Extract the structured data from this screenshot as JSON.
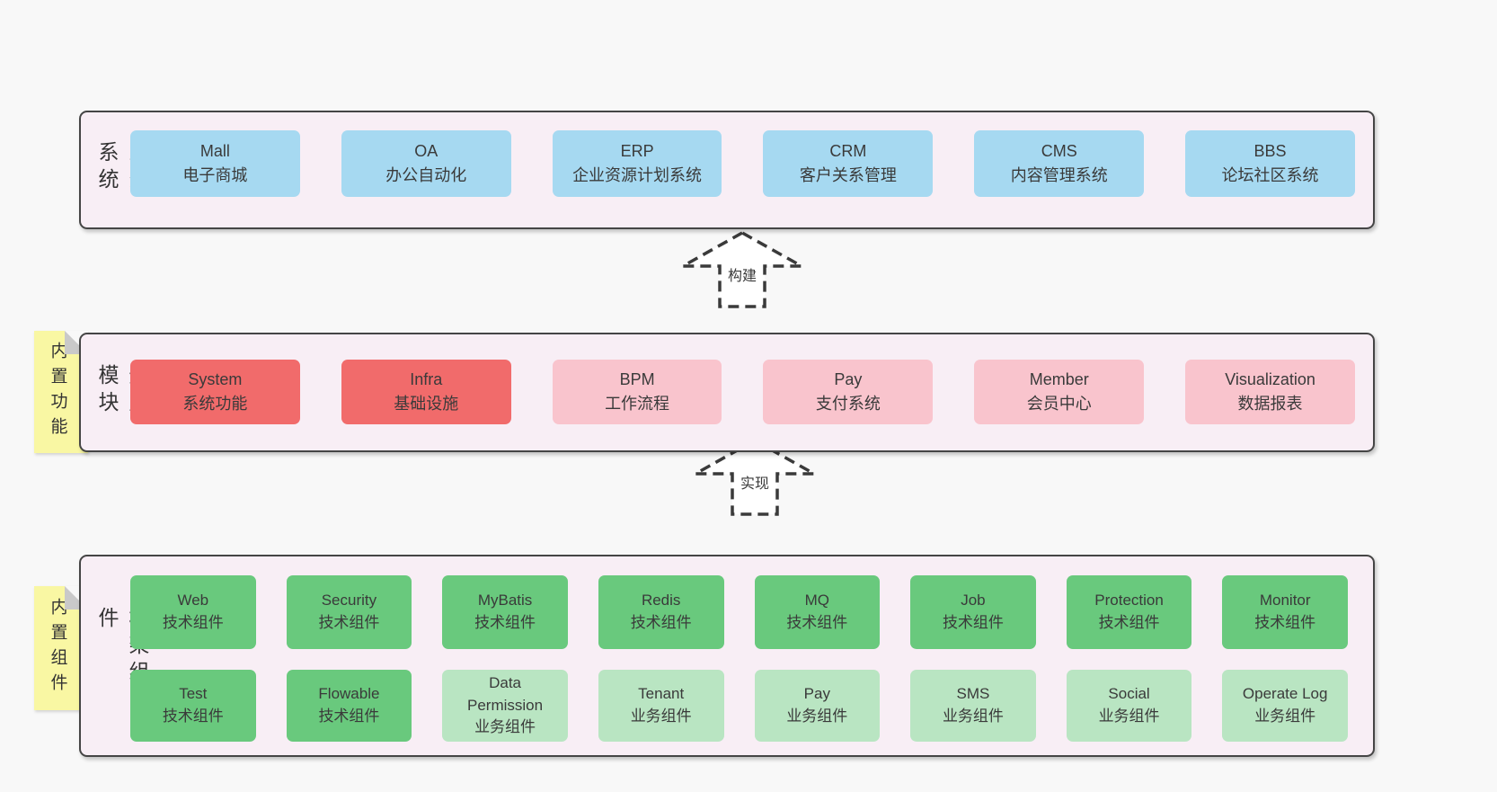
{
  "palette": {
    "page_bg": "#f8f8f8",
    "panel_bg": "#f8eef5",
    "panel_border": "#454545",
    "blue_box": "#a6d9f1",
    "red_box": "#f16b6b",
    "pink_box": "#f9c4cd",
    "green_box": "#69c97d",
    "light_green_box": "#b9e5c2",
    "sticky_yellow": "#f9f7a3",
    "text": "#3a3a3a"
  },
  "sections": {
    "business": {
      "label": "业务系统",
      "boxes": [
        {
          "en": "Mall",
          "zh": "电子商城"
        },
        {
          "en": "OA",
          "zh": "办公自动化"
        },
        {
          "en": "ERP",
          "zh": "企业资源计划系统"
        },
        {
          "en": "CRM",
          "zh": "客户关系管理"
        },
        {
          "en": "CMS",
          "zh": "内容管理系统"
        },
        {
          "en": "BBS",
          "zh": "论坛社区系统"
        }
      ]
    },
    "modules": {
      "label": "通用模块",
      "sticky": "内置功能",
      "boxes": [
        {
          "en": "System",
          "zh": "系统功能"
        },
        {
          "en": "Infra",
          "zh": "基础设施"
        },
        {
          "en": "BPM",
          "zh": "工作流程"
        },
        {
          "en": "Pay",
          "zh": "支付系统"
        },
        {
          "en": "Member",
          "zh": "会员中心"
        },
        {
          "en": "Visualization",
          "zh": "数据报表"
        }
      ]
    },
    "framework": {
      "label": "框架组件",
      "sticky": "内置组件",
      "row1": [
        {
          "en": "Web",
          "zh": "技术组件"
        },
        {
          "en": "Security",
          "zh": "技术组件"
        },
        {
          "en": "MyBatis",
          "zh": "技术组件"
        },
        {
          "en": "Redis",
          "zh": "技术组件"
        },
        {
          "en": "MQ",
          "zh": "技术组件"
        },
        {
          "en": "Job",
          "zh": "技术组件"
        },
        {
          "en": "Protection",
          "zh": "技术组件"
        },
        {
          "en": "Monitor",
          "zh": "技术组件"
        }
      ],
      "row2": [
        {
          "en": "Test",
          "zh": "技术组件"
        },
        {
          "en": "Flowable",
          "zh": "技术组件"
        },
        {
          "en": "Data Permission",
          "zh": "业务组件"
        },
        {
          "en": "Tenant",
          "zh": "业务组件"
        },
        {
          "en": "Pay",
          "zh": "业务组件"
        },
        {
          "en": "SMS",
          "zh": "业务组件"
        },
        {
          "en": "Social",
          "zh": "业务组件"
        },
        {
          "en": "Operate Log",
          "zh": "业务组件"
        }
      ]
    }
  },
  "arrows": {
    "build": "构建",
    "implement": "实现"
  }
}
